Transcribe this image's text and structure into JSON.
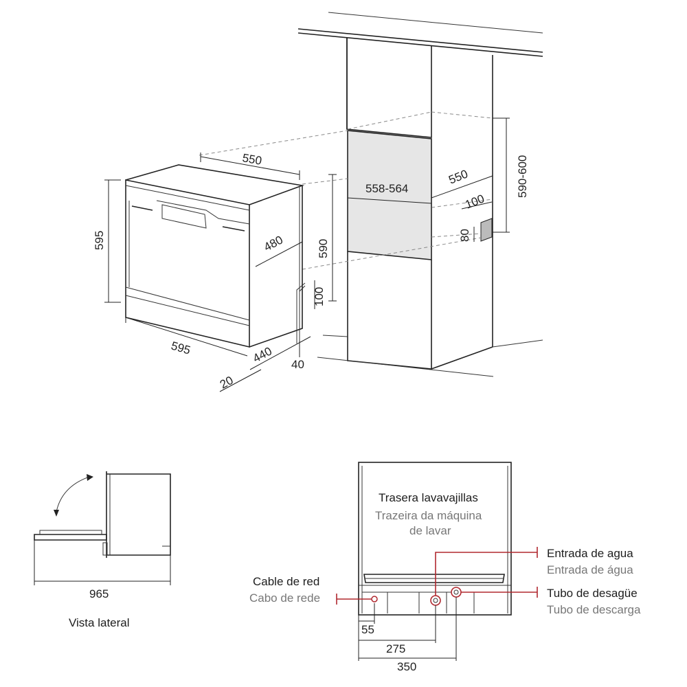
{
  "dimensions": {
    "appliance_width_top": "550",
    "appliance_height": "595",
    "appliance_depth": "480",
    "appliance_width_bottom": "595",
    "niche_height": "590",
    "plinth_height": "100",
    "depth_440": "440",
    "offset_40": "40",
    "offset_20": "20",
    "niche_width": "558-564",
    "niche_depth": "550",
    "niche_height_range": "590-600",
    "outlet_offset": "100",
    "outlet_height": "80",
    "open_door_depth": "965",
    "cable_offset": "55",
    "water_inlet_offset": "275",
    "drain_offset": "350"
  },
  "labels": {
    "side_view": "Vista lateral",
    "rear_title_es": "Trasera lavavajillas",
    "rear_title_pt_line1": "Trazeira da máquina",
    "rear_title_pt_line2": "de lavar",
    "water_inlet_es": "Entrada de agua",
    "water_inlet_pt": "Entrada de água",
    "cable_es": "Cable de red",
    "cable_pt": "Cabo de rede",
    "drain_es": "Tubo de desagüe",
    "drain_pt": "Tubo de descarga"
  },
  "colors": {
    "accent_red": "#b0282f",
    "niche_fill": "#e6e6e6",
    "line": "#222222"
  }
}
